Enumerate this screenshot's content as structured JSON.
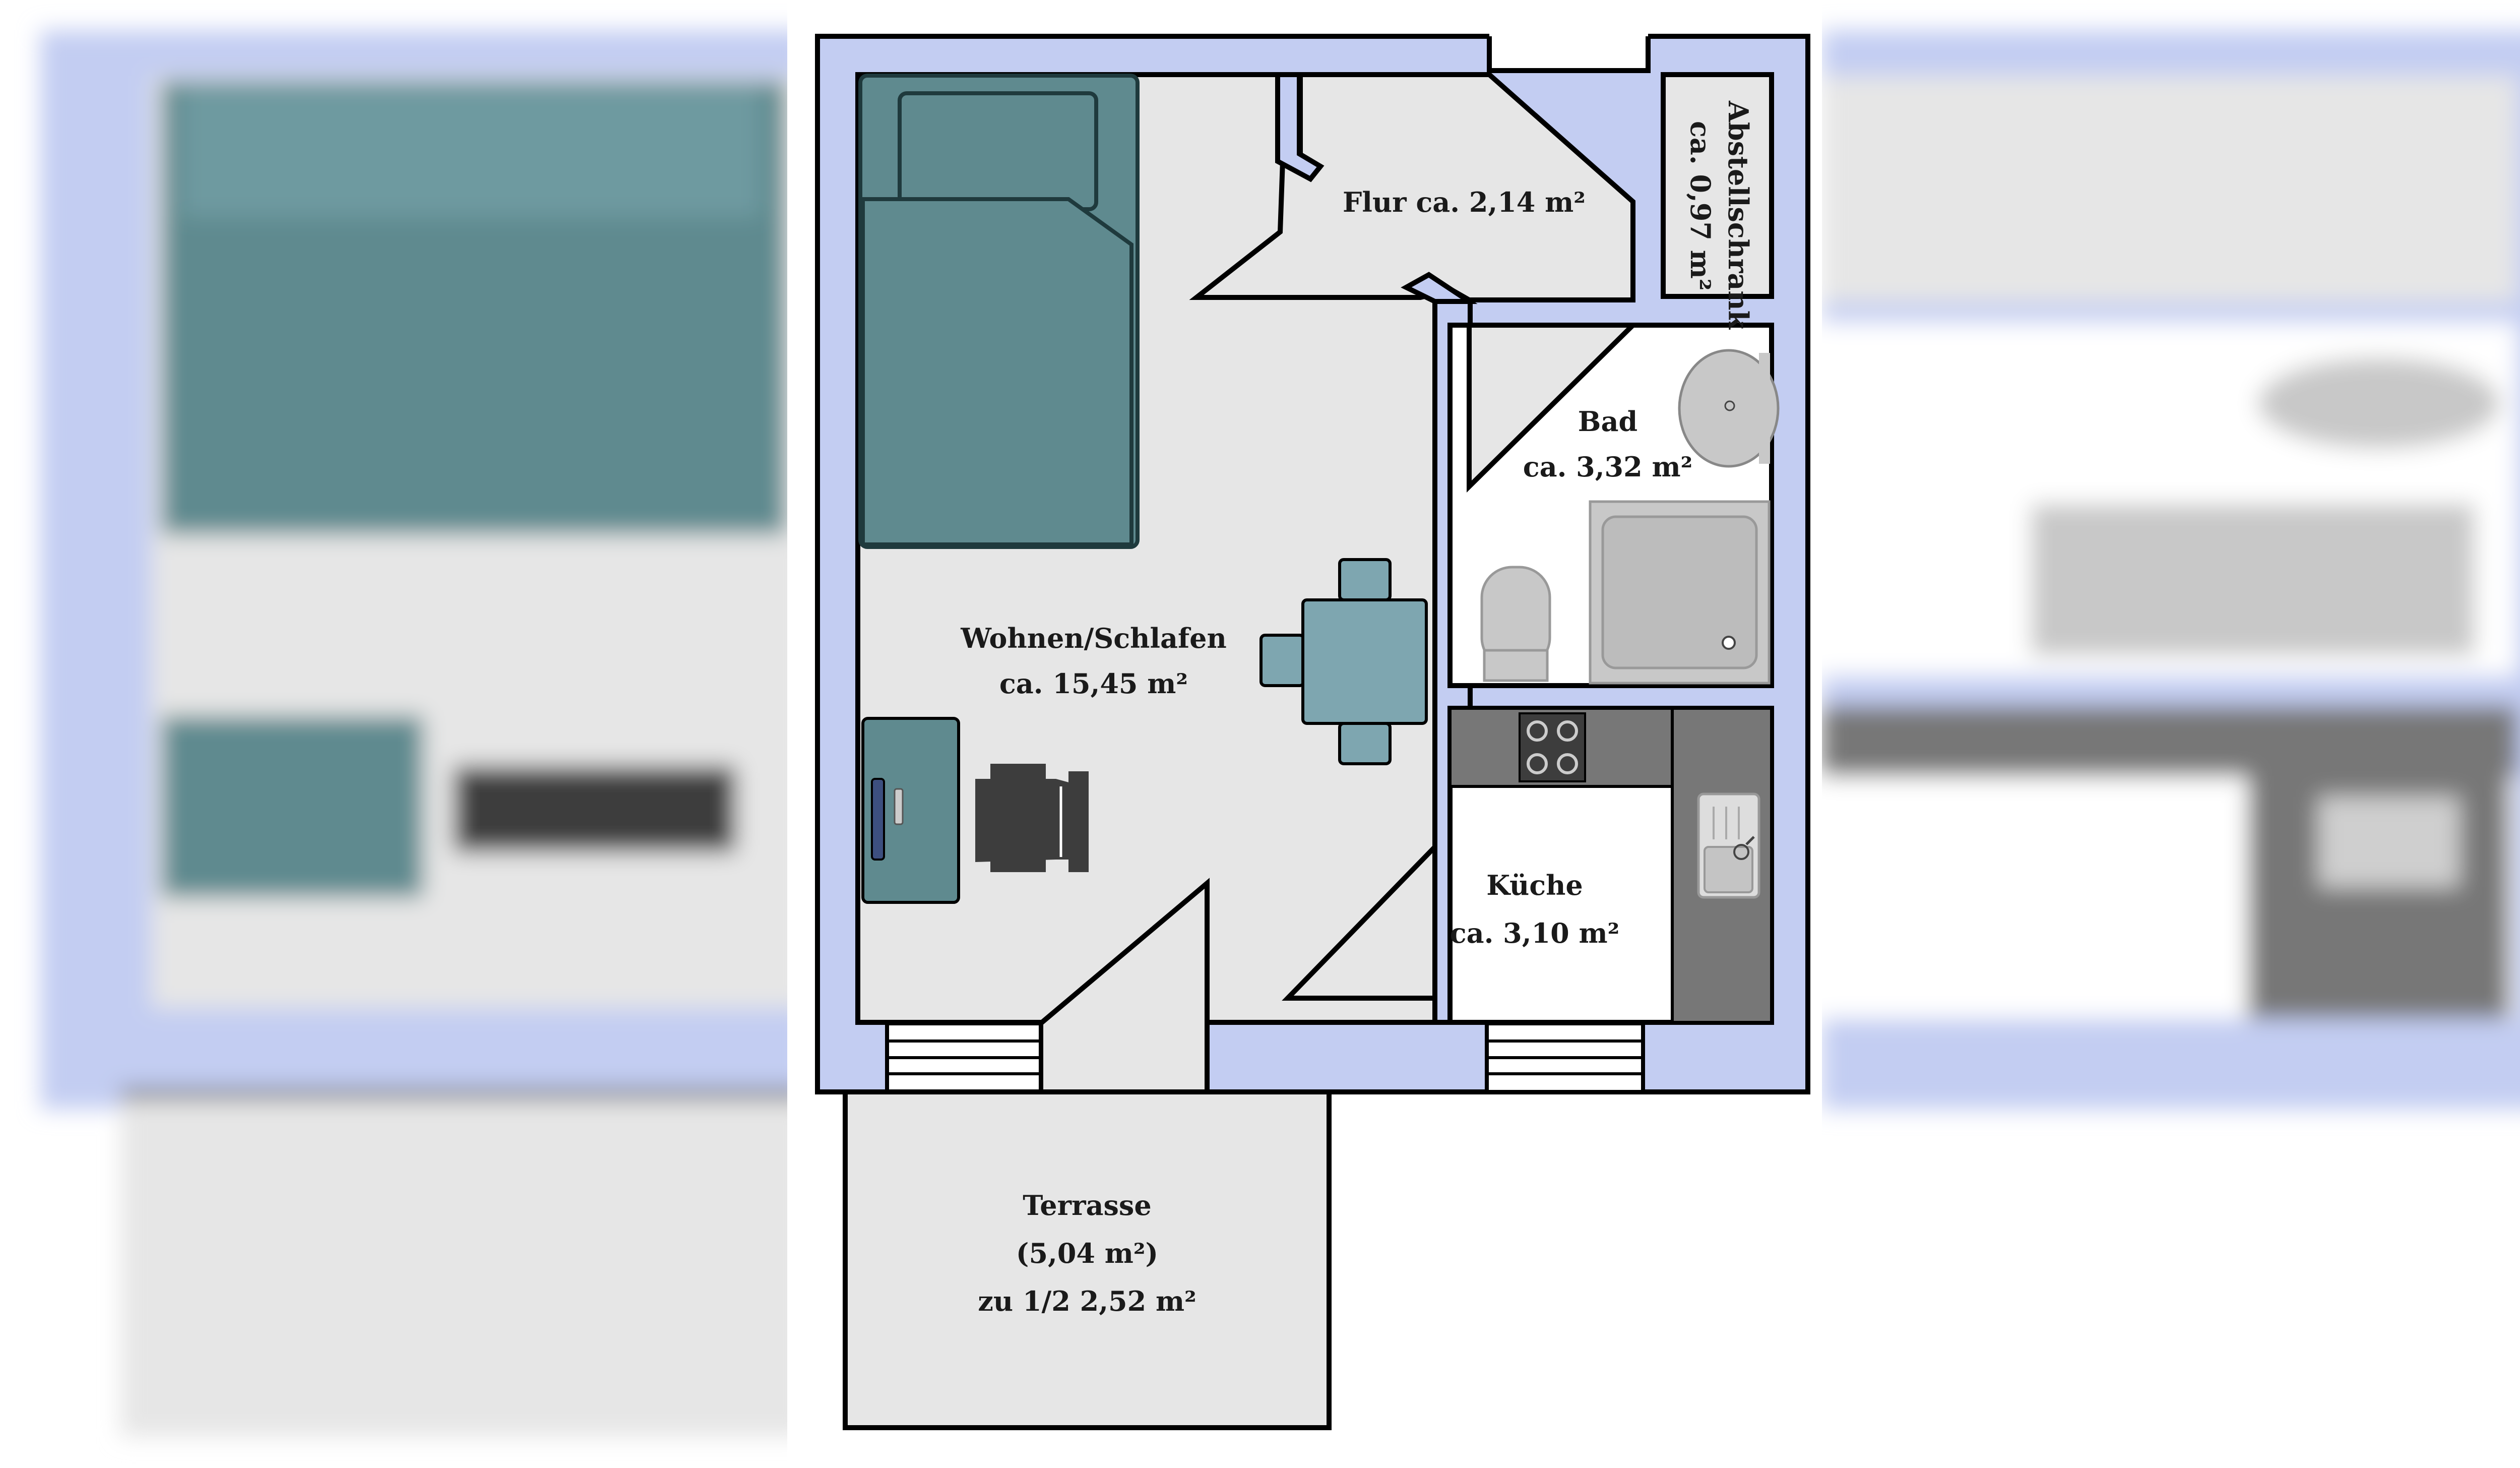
{
  "rooms": {
    "flur": {
      "label": "Flur ca. 2,14 m²"
    },
    "abstellschrank": {
      "name": "Abstellschrank",
      "area": "ca. 0,97 m²"
    },
    "bad": {
      "name": "Bad",
      "area": "ca. 3,32 m²"
    },
    "wohnen": {
      "name": "Wohnen/Schlafen",
      "area": "ca.  15,45 m²"
    },
    "kueche": {
      "name": "Küche",
      "area": "ca. 3,10 m²"
    },
    "terrasse": {
      "name": "Terrasse",
      "area_total": "(5,04 m²)",
      "area_counted": "zu 1/2 2,52 m²"
    }
  },
  "colors": {
    "wall_fill": "#c3cdf2",
    "floor": "#e6e6e6",
    "wet_floor": "#ffffff",
    "outline": "#000000",
    "furniture_teal": "#5f8a8f",
    "furniture_light_teal": "#7ea6b0",
    "counter": "#777777",
    "sanitary": "#c8c8c8",
    "chair": "#3d3d3d"
  }
}
